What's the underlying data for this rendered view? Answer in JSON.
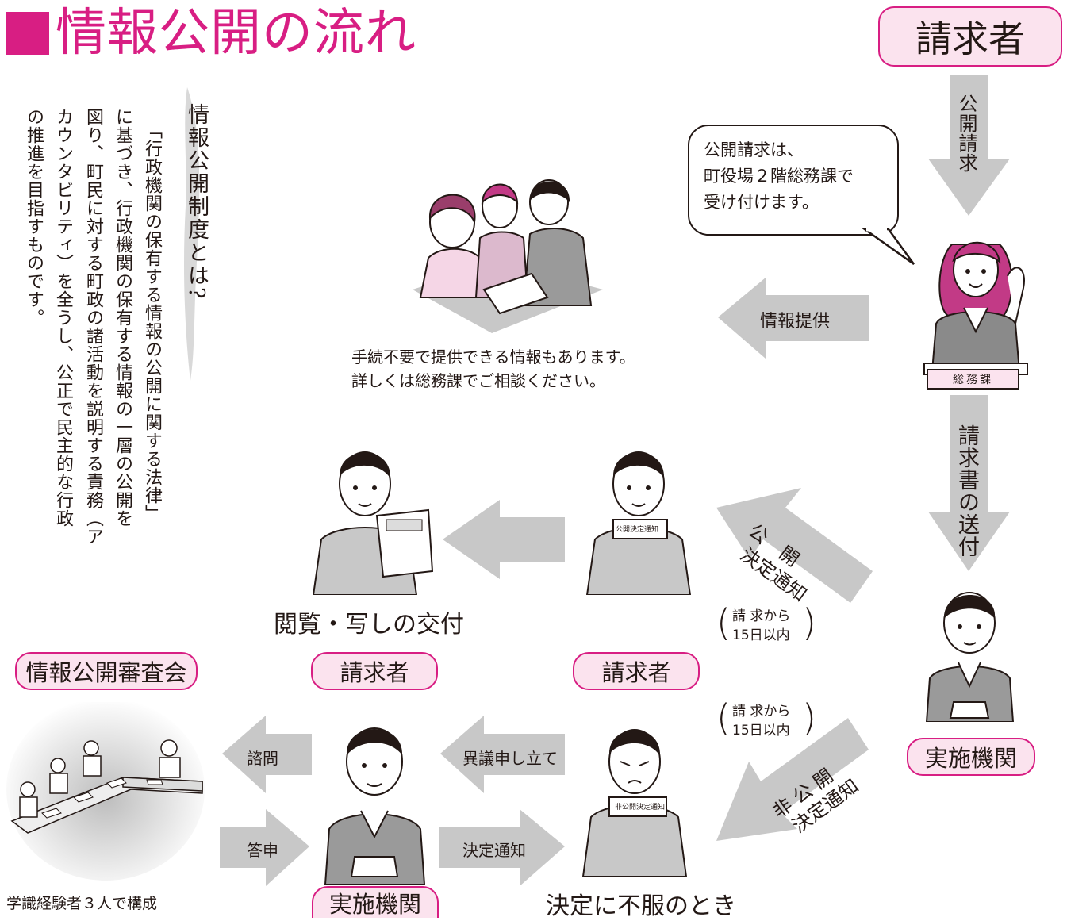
{
  "title": "情報公開の流れ",
  "intro": {
    "heading": "情報公開制度とは?",
    "lines": [
      "「行政機関の保有する情報の公開に関する法律」",
      "に基づき、行政機関の保有する情報の一層の公開を",
      "図り、町民に対する町政の諸活動を説明する責務（ア",
      "カウンタビリティ）を全うし、公正で民主的な行政",
      "の推進を目指すものです。"
    ]
  },
  "boxes": {
    "requester_top": "請求者",
    "agency_right": "実施機関",
    "requester_mid": "請求者",
    "requester_left": "請求者",
    "review_board": "情報公開審査会",
    "agency_bottom": "実施機関"
  },
  "arrows": {
    "public_request": "公開請求",
    "info_provision": "情報提供",
    "send_request": "請求書の送付",
    "disclosure_notice": [
      "公　開",
      "決定通知"
    ],
    "nondisclosure_notice": [
      "非 公 開",
      "決定通知"
    ],
    "objection": "異議申し立て",
    "decision_notice": "決定通知",
    "inquiry": "諮問",
    "report": "答申"
  },
  "speech": [
    "公開請求は、",
    "町役場２階総務課で",
    "受け付けます。"
  ],
  "desk_sign": "総務課",
  "doc_labels": {
    "disclosure": "公開決定通知",
    "nondisclosure": "非公開決定通知"
  },
  "deadline": {
    "line1": "請 求から",
    "line2": "15日以内"
  },
  "captions": {
    "no_procedure_1": "手続不要で提供できる情報もあります。",
    "no_procedure_2": "詳しくは総務課でご相談ください。",
    "inspection": "閲覧・写しの交付",
    "dissatisfied": "決定に不服のとき",
    "board_members": "学識経験者３人で構成"
  }
}
